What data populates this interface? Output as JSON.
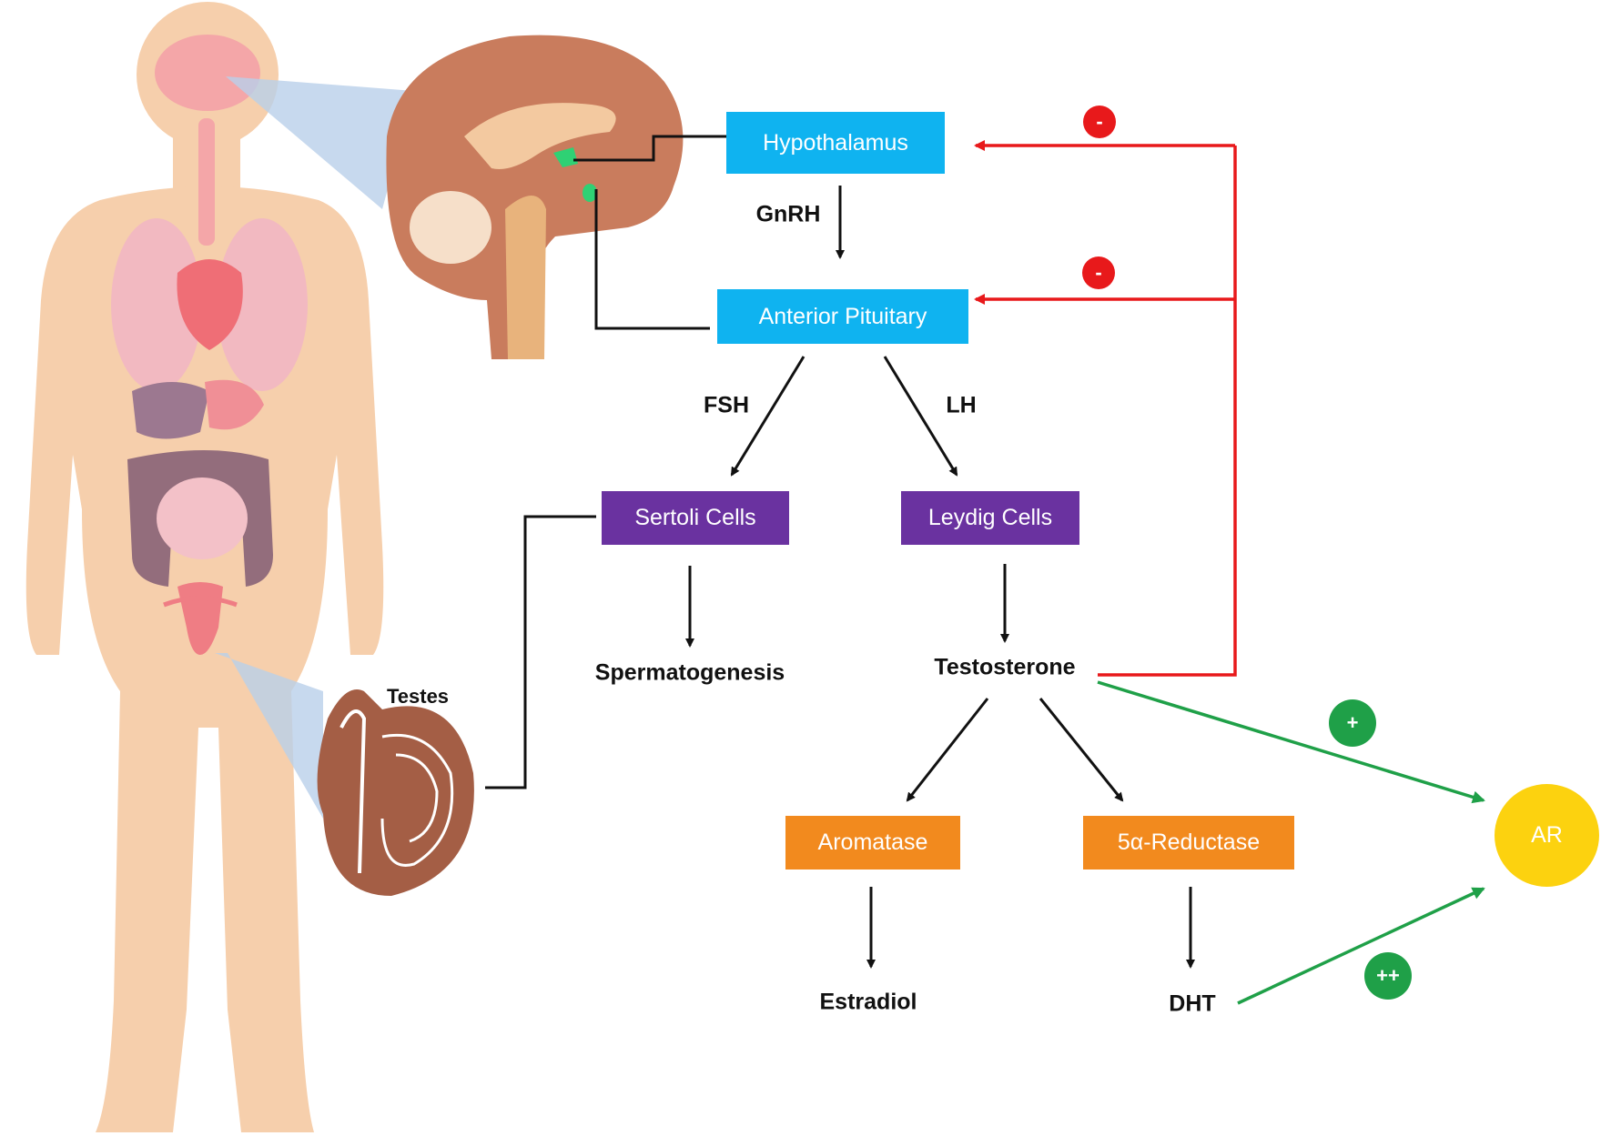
{
  "nodes": {
    "hypothalamus": "Hypothalamus",
    "anterior_pituitary": "Anterior Pituitary",
    "sertoli_cells": "Sertoli Cells",
    "leydig_cells": "Leydig Cells",
    "aromatase": "Aromatase",
    "reductase": "5α-Reductase",
    "ar": "AR"
  },
  "labels": {
    "gnrh": "GnRH",
    "fsh": "FSH",
    "lh": "LH",
    "spermatogenesis": "Spermatogenesis",
    "testosterone": "Testosterone",
    "estradiol": "Estradiol",
    "dht": "DHT",
    "testes": "Testes"
  },
  "feedback_markers": {
    "hypothalamus_inhibit": "-",
    "pituitary_inhibit": "-",
    "testosterone_ar": "+",
    "dht_ar": "++"
  },
  "colors": {
    "hormone_box": "#0fb3f0",
    "cell_box": "#6a32a0",
    "enzyme_box": "#f28a1e",
    "receptor": "#fcd20f",
    "inhibition": "#e8191b",
    "stimulation": "#1fa048"
  }
}
